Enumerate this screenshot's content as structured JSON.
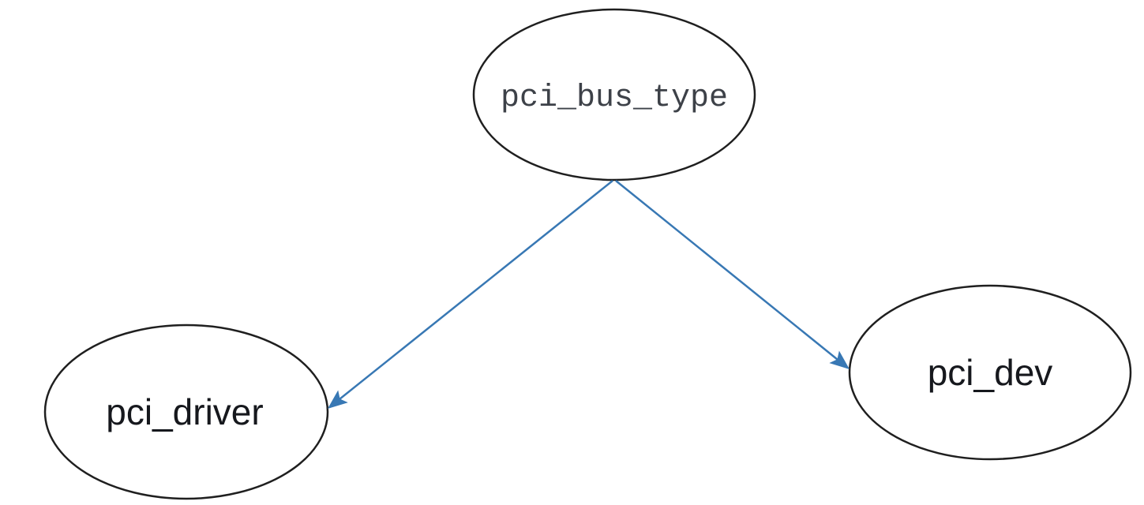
{
  "diagram": {
    "nodes": [
      {
        "id": "pci_bus_type",
        "label": "pci_bus_type",
        "shape": "ellipse",
        "text_style": "monospace",
        "position": "top-center"
      },
      {
        "id": "pci_driver",
        "label": "pci_driver",
        "shape": "ellipse",
        "text_style": "sans",
        "position": "bottom-left"
      },
      {
        "id": "pci_dev",
        "label": "pci_dev",
        "shape": "ellipse",
        "text_style": "sans",
        "position": "bottom-right"
      }
    ],
    "edges": [
      {
        "from": "pci_bus_type",
        "to": "pci_driver",
        "style": "arrow"
      },
      {
        "from": "pci_bus_type",
        "to": "pci_dev",
        "style": "arrow"
      }
    ],
    "colors": {
      "background": "#ffffff",
      "node_fill": "#ffffff",
      "node_stroke": "#1f1f1f",
      "arrow": "#3878b4",
      "mono_text": "#3d4148",
      "sans_text": "#16181d"
    }
  }
}
